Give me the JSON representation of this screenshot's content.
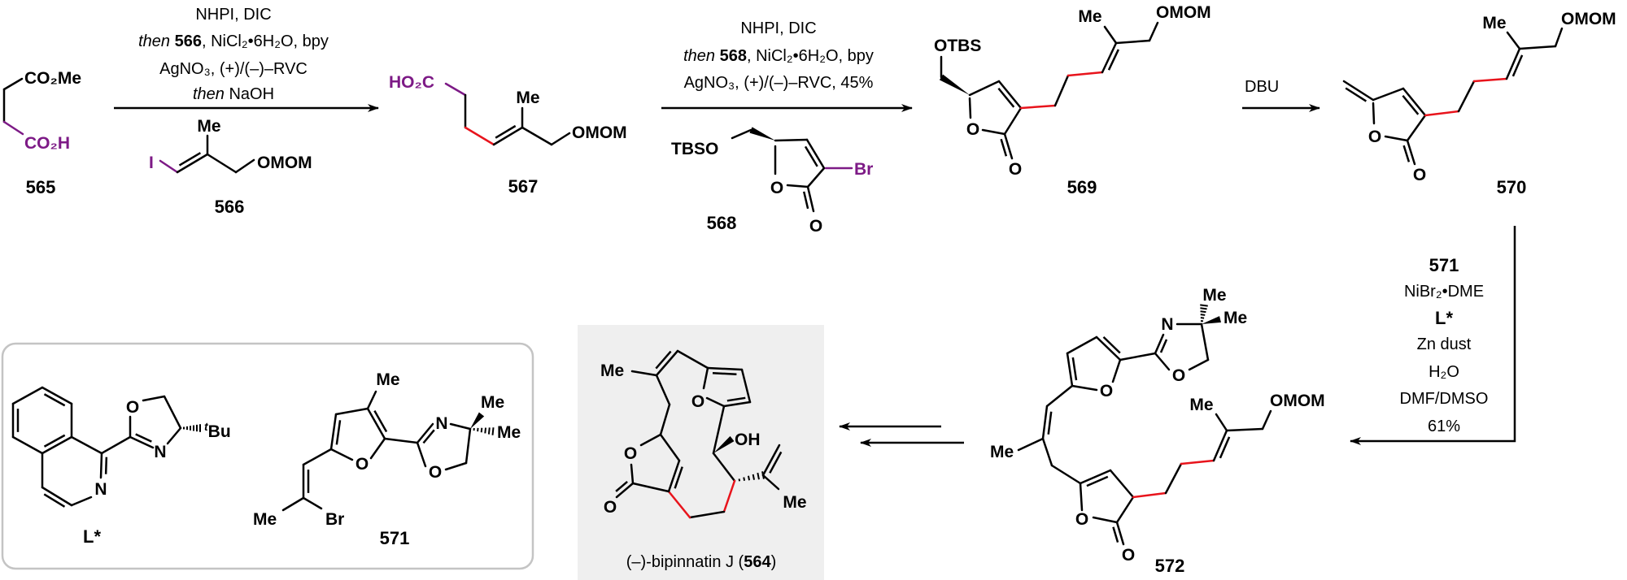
{
  "colors": {
    "new_bond": "#e8141c",
    "highlight": "#7d1a86",
    "box_border": "#c4c4c4",
    "product_panel": "#efefef"
  },
  "compounds": {
    "c565": {
      "number": "565",
      "top_group": "CO₂Me",
      "bottom_group": "CO₂H"
    },
    "c566": {
      "number": "566",
      "halide": "I",
      "methyl": "Me",
      "ether": "OMOM"
    },
    "c567": {
      "number": "567",
      "acid": "HO₂C",
      "methyl": "Me",
      "ether": "OMOM"
    },
    "c568": {
      "number": "568",
      "silyl_ether": "TBSO",
      "ring_o": "O",
      "carbonyl_o": "O",
      "halide": "Br"
    },
    "c569": {
      "number": "569",
      "silyl_ether": "OTBS",
      "ring_o": "O",
      "carbonyl_o": "O",
      "methyl": "Me",
      "ether": "OMOM"
    },
    "c570": {
      "number": "570",
      "ring_o": "O",
      "carbonyl_o": "O",
      "methyl": "Me",
      "ether": "OMOM"
    },
    "c572": {
      "number": "572",
      "n": "N",
      "me1": "Me",
      "me2": "Me",
      "ox_o": "O",
      "furan_o": "O",
      "vinyl_me": "Me",
      "ring_o": "O",
      "carbonyl_o": "O",
      "methyl": "Me",
      "ether": "OMOM"
    },
    "c564": {
      "name_prefix": "(–)-bipinnatin J (",
      "number": "564",
      "name_suffix": ")",
      "methyl": "Me",
      "furan_o": "O",
      "hydroxyl": "OH",
      "ring_o": "O",
      "carbonyl_o": "O",
      "isopropenyl_me": "Me"
    },
    "ligand": {
      "label": "L*",
      "n_ring": "N",
      "n_ox": "N",
      "o_ox": "O",
      "tbu_prefix": "t",
      "tbu": "Bu"
    },
    "c571": {
      "number": "571",
      "methyl": "Me",
      "vinyl_me": "Me",
      "halide": "Br",
      "furan_o": "O",
      "n": "N",
      "ox_o": "O",
      "me1": "Me",
      "me2": "Me"
    }
  },
  "steps": {
    "step1": {
      "line1": "NHPI, DIC",
      "line2_then": "then",
      "line2_ref": "566",
      "line2_rest": ", NiCl₂•6H₂O, bpy",
      "line3": "AgNO₃, (+)/(–)–RVC",
      "line4_then": "then",
      "line4_rest": " NaOH"
    },
    "step2": {
      "line1": "NHPI, DIC",
      "line2_then": "then",
      "line2_ref": "568",
      "line2_rest": ", NiCl₂•6H₂O, bpy",
      "line3": "AgNO₃, (+)/(–)–RVC, 45%"
    },
    "step3": {
      "reagent": "DBU"
    },
    "step4": {
      "ref": "571",
      "catalyst": "NiBr₂•DME",
      "ligand": "L*",
      "reductant": "Zn dust",
      "additive": "H₂O",
      "solvent": "DMF/DMSO",
      "yield": "61%"
    }
  }
}
